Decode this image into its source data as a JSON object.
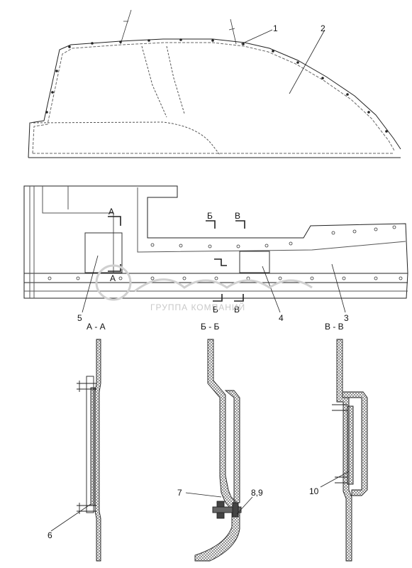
{
  "callouts": {
    "c1": "1",
    "c2": "2",
    "c3": "3",
    "c4": "4",
    "c5": "5",
    "c6": "6",
    "c7": "7",
    "c89": "8,9",
    "c10": "10"
  },
  "sections": {
    "aa": "А - А",
    "bb": "Б - Б",
    "vv": "В - В"
  },
  "cut_marks": {
    "a": "А",
    "b": "Б",
    "v": "В"
  },
  "watermark": {
    "text": "ГРУППА КОМПАНИЙ"
  },
  "colors": {
    "line": "#222222",
    "hatch": "#555555",
    "watermark": "#c9c9c9"
  }
}
